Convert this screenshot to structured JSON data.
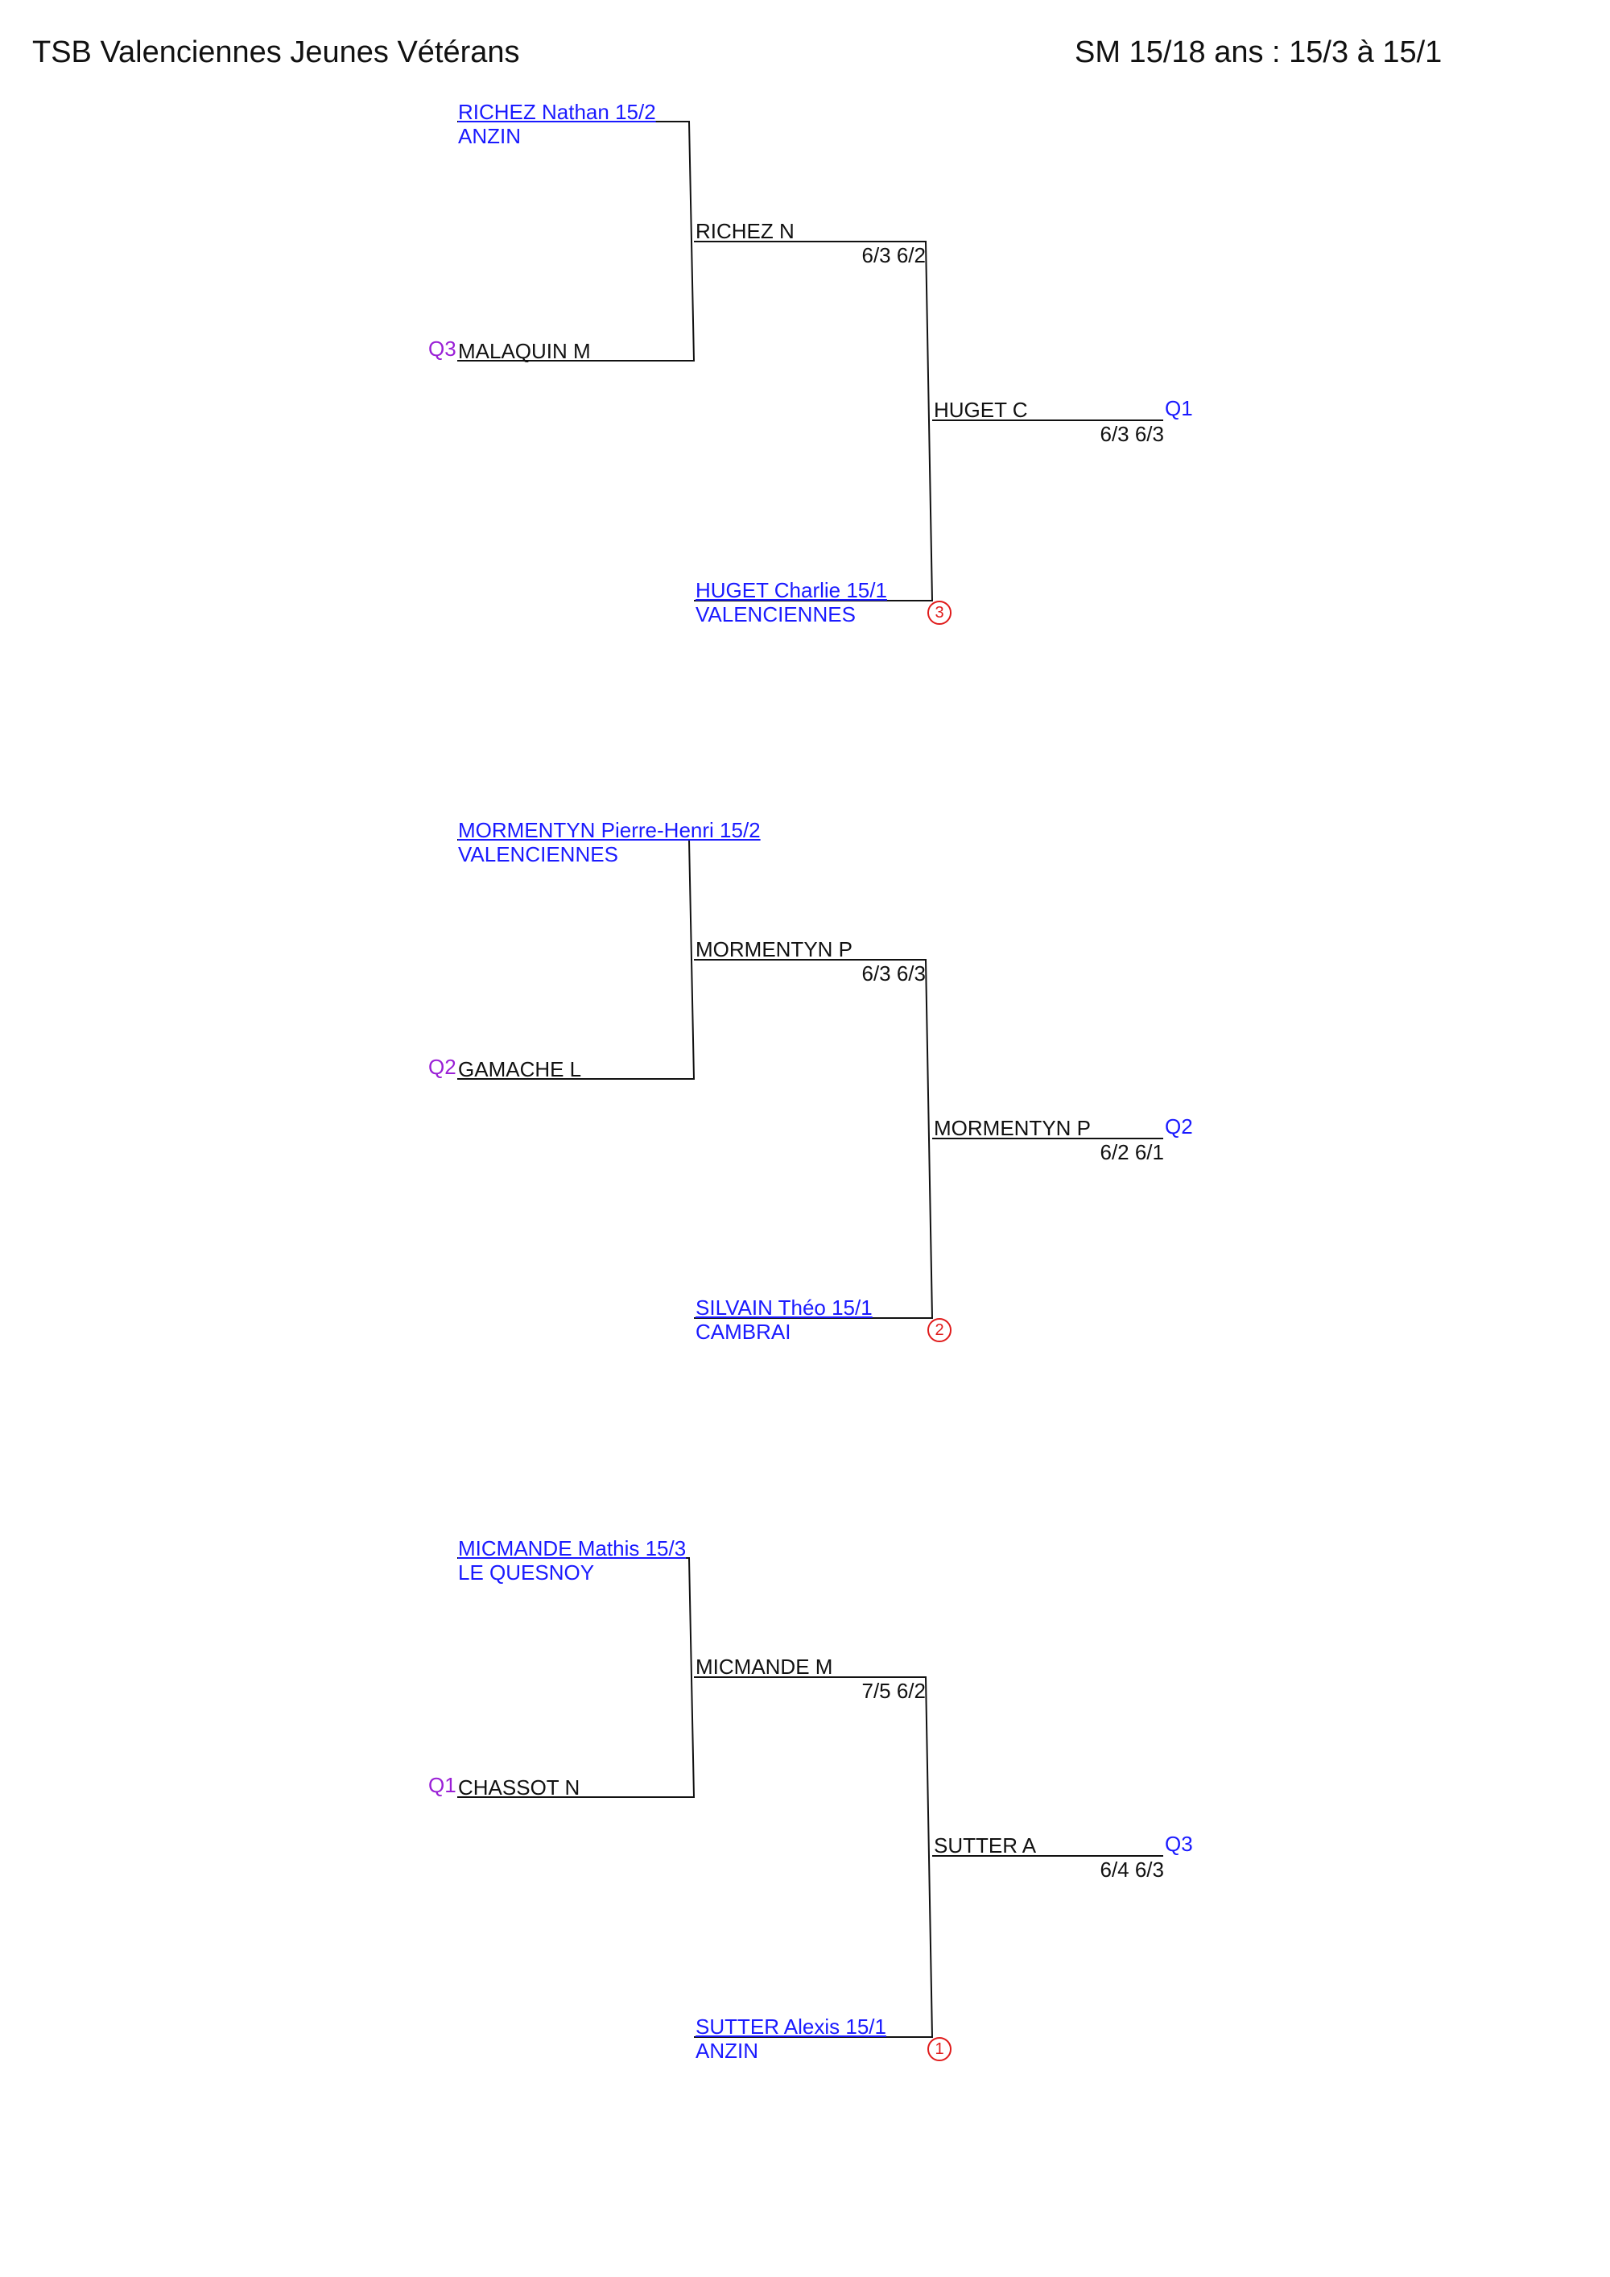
{
  "header": {
    "left_title": "TSB Valenciennes Jeunes Vétérans",
    "right_title": "SM 15/18 ans : 15/3 à 15/1"
  },
  "brackets": [
    {
      "entrant1": {
        "name": "RICHEZ Nathan 15/2",
        "club": "ANZIN"
      },
      "entrant2": {
        "qualifier": "Q3",
        "name": "MALAQUIN M"
      },
      "round1_winner": "RICHEZ N",
      "round1_score": "6/3 6/2",
      "seeded": {
        "name": "HUGET Charlie 15/1",
        "club": "VALENCIENNES",
        "seed": "3"
      },
      "final_winner": "HUGET C",
      "final_score": "6/3 6/3",
      "qualified_as": "Q1"
    },
    {
      "entrant1": {
        "name": "MORMENTYN Pierre-Henri 15/2",
        "club": "VALENCIENNES"
      },
      "entrant2": {
        "qualifier": "Q2",
        "name": "GAMACHE L"
      },
      "round1_winner": "MORMENTYN P",
      "round1_score": "6/3 6/3",
      "seeded": {
        "name": "SILVAIN Théo 15/1",
        "club": "CAMBRAI",
        "seed": "2"
      },
      "final_winner": "MORMENTYN P",
      "final_score": "6/2 6/1",
      "qualified_as": "Q2"
    },
    {
      "entrant1": {
        "name": "MICMANDE Mathis 15/3",
        "club": "LE QUESNOY"
      },
      "entrant2": {
        "qualifier": "Q1",
        "name": "CHASSOT N"
      },
      "round1_winner": "MICMANDE M",
      "round1_score": "7/5 6/2",
      "seeded": {
        "name": "SUTTER Alexis 15/1",
        "club": "ANZIN",
        "seed": "1"
      },
      "final_winner": "SUTTER A",
      "final_score": "6/4 6/3",
      "qualified_as": "Q3"
    }
  ]
}
